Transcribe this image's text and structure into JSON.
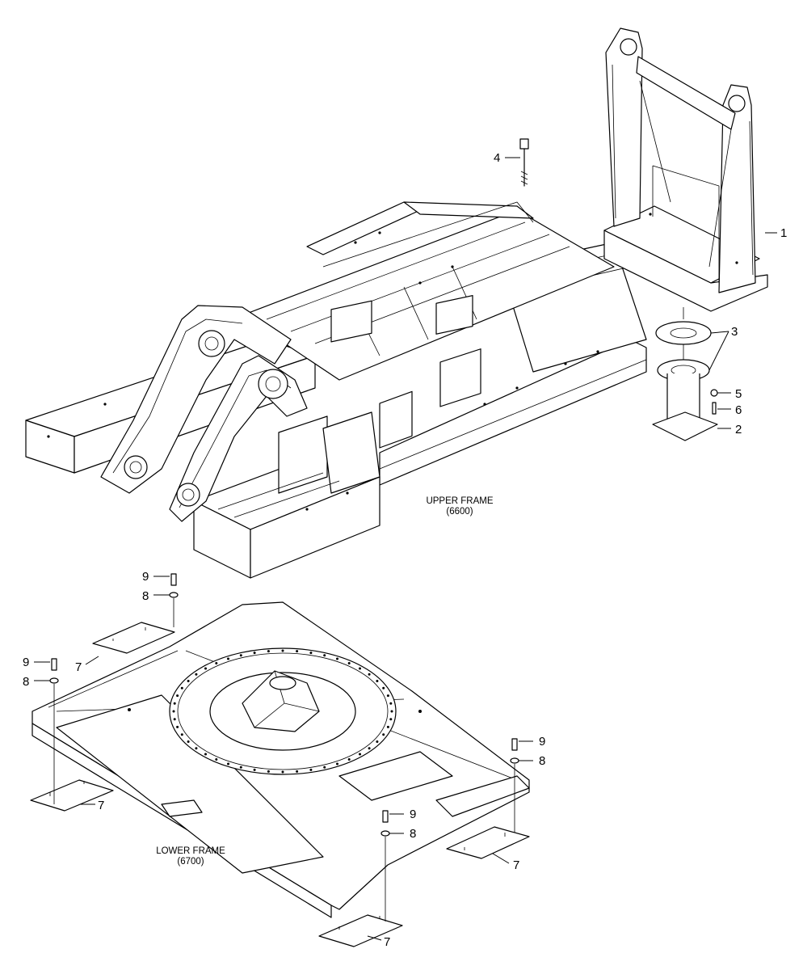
{
  "upper_frame": {
    "title": "UPPER FRAME",
    "code": "(6600)"
  },
  "lower_frame": {
    "title": "LOWER FRAME",
    "code": "(6700)"
  },
  "callouts": {
    "c1": "1",
    "c2": "2",
    "c3": "3",
    "c4": "4",
    "c5": "5",
    "c6": "6",
    "c7a": "7",
    "c7b": "7",
    "c7c": "7",
    "c7d": "7",
    "c8a": "8",
    "c8b": "8",
    "c8c": "8",
    "c8d": "8",
    "c9a": "9",
    "c9b": "9",
    "c9c": "9",
    "c9d": "9"
  }
}
